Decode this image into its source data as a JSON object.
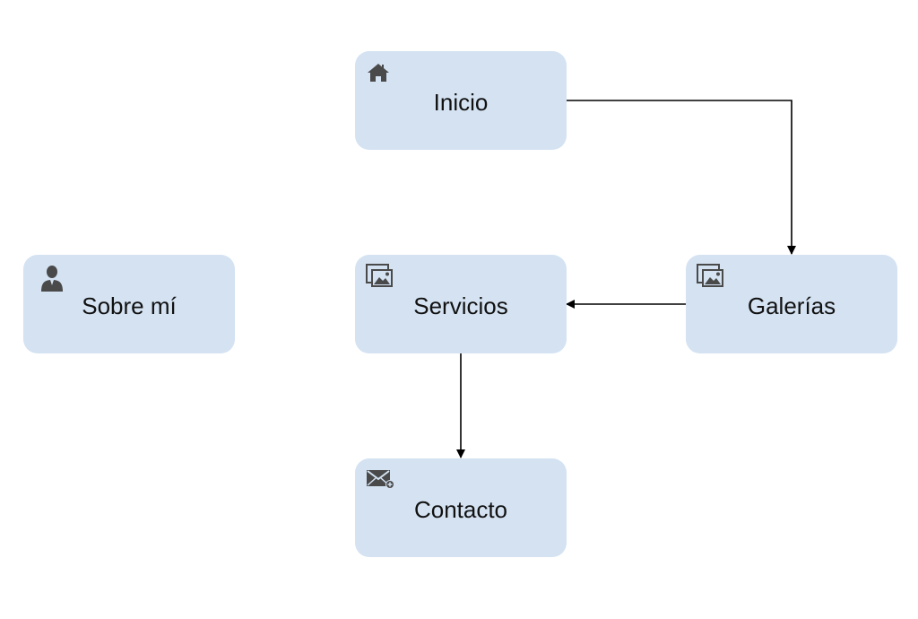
{
  "diagram": {
    "nodes": [
      {
        "id": "inicio",
        "label": "Inicio",
        "icon": "home-icon"
      },
      {
        "id": "sobre-mi",
        "label": "Sobre mí",
        "icon": "user-icon"
      },
      {
        "id": "servicios",
        "label": "Servicios",
        "icon": "images-icon"
      },
      {
        "id": "galerias",
        "label": "Galerías",
        "icon": "images-icon"
      },
      {
        "id": "contacto",
        "label": "Contacto",
        "icon": "mail-icon"
      }
    ],
    "edges": [
      {
        "from": "inicio",
        "to": "galerias"
      },
      {
        "from": "galerias",
        "to": "servicios"
      },
      {
        "from": "servicios",
        "to": "contacto"
      }
    ],
    "colors": {
      "node_fill": "#d4e2f2",
      "icon": "#4a4a4a",
      "edge": "#000000"
    }
  }
}
